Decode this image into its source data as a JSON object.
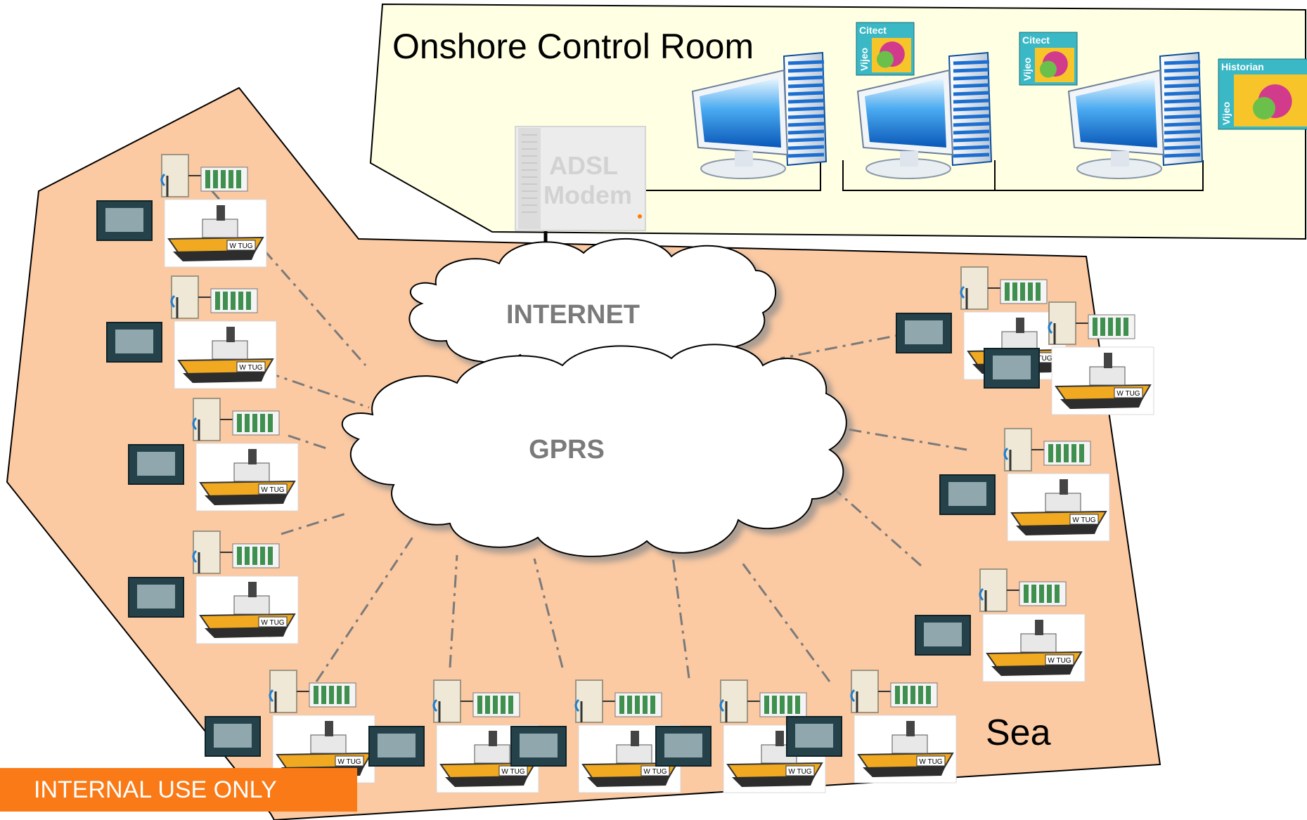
{
  "diagram": {
    "control_room_title": "Onshore Control Room",
    "sea_label": "Sea",
    "modem_label_line1": "ADSL",
    "modem_label_line2": "Modem",
    "internet_label": "INTERNET",
    "gprs_label": "GPRS",
    "software_icons": [
      {
        "brand": "Citect",
        "product": "Vijeo"
      },
      {
        "brand": "Citect",
        "product": "Vijeo"
      },
      {
        "brand": "Historian",
        "product": "Vijeo"
      }
    ],
    "tug_hull_text": "W TUG",
    "tug_count": 13,
    "workstation_count": 3
  },
  "footer": {
    "classification": "INTERNAL USE ONLY"
  },
  "colors": {
    "sea_fill": "#fbc9a2",
    "control_room_fill": "#ffffe3",
    "badge": "#f97a16",
    "monitor_blue": "#1f86d8",
    "tug_hull": "#f0a920"
  }
}
